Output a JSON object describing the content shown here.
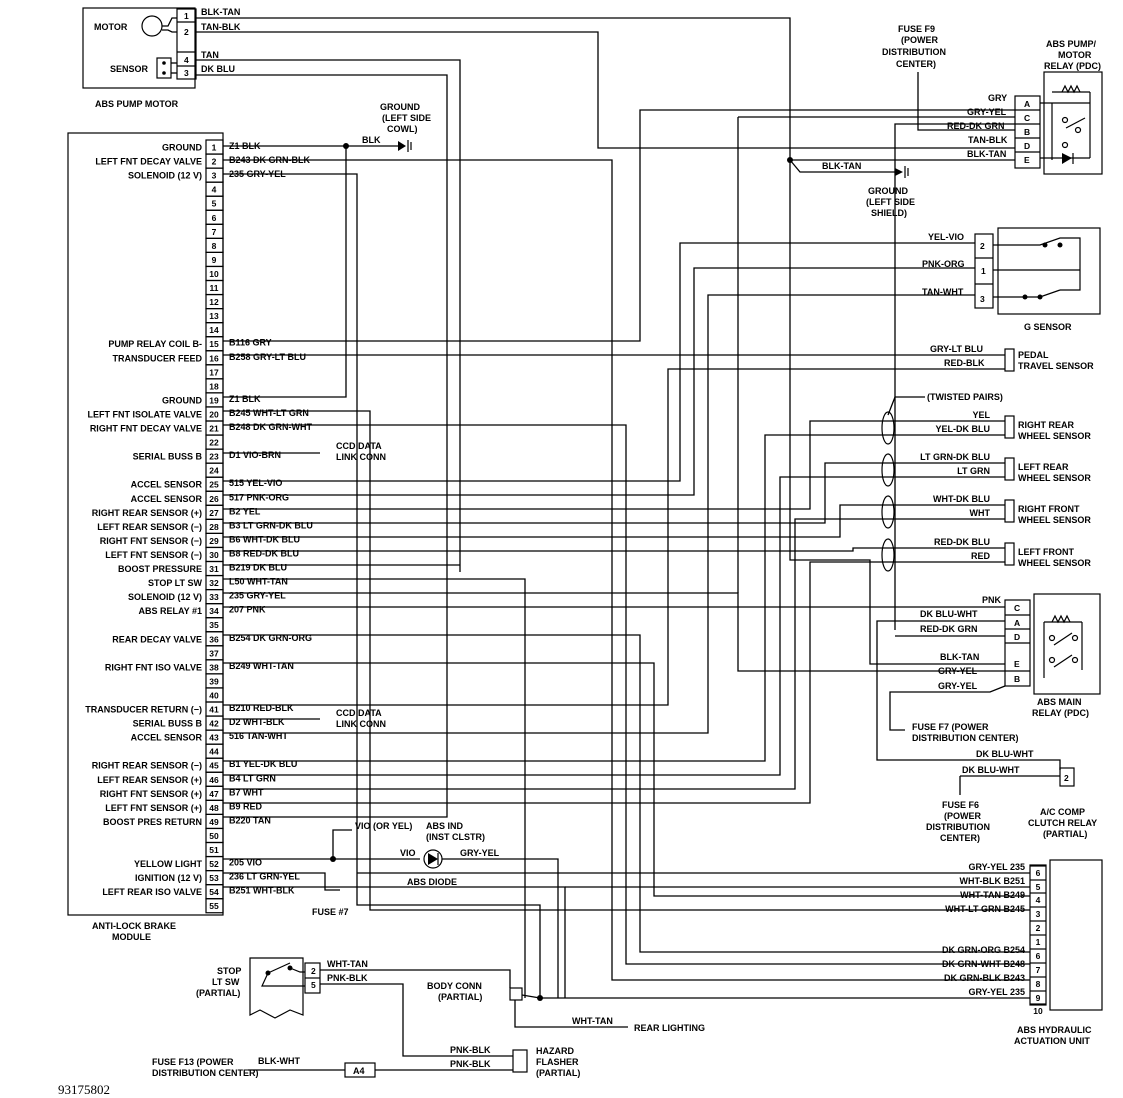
{
  "diagram_id": "93175802",
  "abs_pump_motor": {
    "title": "ABS PUMP MOTOR",
    "motor_label": "MOTOR",
    "sensor_label": "SENSOR",
    "pins": [
      "1",
      "2",
      "4",
      "3"
    ],
    "wires": [
      "BLK-TAN",
      "TAN-BLK",
      "TAN",
      "DK BLU"
    ]
  },
  "ground_cowl": {
    "title": "GROUND",
    "sub": "(LEFT SIDE",
    "sub2": "COWL)",
    "wire": "BLK"
  },
  "ground_shield": {
    "title": "GROUND",
    "sub": "(LEFT SIDE",
    "sub2": "SHIELD)",
    "wire": "BLK-TAN"
  },
  "fuse_f9": {
    "l1": "FUSE F9",
    "l2": "(POWER",
    "l3": "DISTRIBUTION",
    "l4": "CENTER)"
  },
  "pump_relay": {
    "l1": "ABS PUMP/",
    "l2": "MOTOR",
    "l3": "RELAY (PDC)",
    "pins": [
      "A",
      "C",
      "B",
      "D",
      "E"
    ],
    "wires": [
      "GRY",
      "GRY-YEL",
      "RED-DK GRN",
      "TAN-BLK",
      "BLK-TAN"
    ]
  },
  "module": {
    "title1": "ANTI-LOCK BRAKE",
    "title2": "MODULE",
    "pins": [
      {
        "n": "1",
        "label": "GROUND",
        "wire": "Z1 BLK"
      },
      {
        "n": "2",
        "label": "LEFT FNT DECAY VALVE",
        "wire": "B243 DK GRN-BLK"
      },
      {
        "n": "3",
        "label": "SOLENOID (12 V)",
        "wire": "235 GRY-YEL"
      },
      {
        "n": "4",
        "label": "",
        "wire": ""
      },
      {
        "n": "5",
        "label": "",
        "wire": ""
      },
      {
        "n": "6",
        "label": "",
        "wire": ""
      },
      {
        "n": "7",
        "label": "",
        "wire": ""
      },
      {
        "n": "8",
        "label": "",
        "wire": ""
      },
      {
        "n": "9",
        "label": "",
        "wire": ""
      },
      {
        "n": "10",
        "label": "",
        "wire": ""
      },
      {
        "n": "11",
        "label": "",
        "wire": ""
      },
      {
        "n": "12",
        "label": "",
        "wire": ""
      },
      {
        "n": "13",
        "label": "",
        "wire": ""
      },
      {
        "n": "14",
        "label": "",
        "wire": ""
      },
      {
        "n": "15",
        "label": "PUMP RELAY COIL B-",
        "wire": "B116 GRY"
      },
      {
        "n": "16",
        "label": "TRANSDUCER FEED",
        "wire": "B258 GRY-LT BLU"
      },
      {
        "n": "17",
        "label": "",
        "wire": ""
      },
      {
        "n": "18",
        "label": "",
        "wire": ""
      },
      {
        "n": "19",
        "label": "GROUND",
        "wire": "Z1 BLK"
      },
      {
        "n": "20",
        "label": "LEFT FNT ISOLATE VALVE",
        "wire": "B245 WHT-LT GRN"
      },
      {
        "n": "21",
        "label": "RIGHT FNT DECAY VALVE",
        "wire": "B248 DK GRN-WHT"
      },
      {
        "n": "22",
        "label": "",
        "wire": ""
      },
      {
        "n": "23",
        "label": "SERIAL BUSS B",
        "wire": "D1 VIO-BRN"
      },
      {
        "n": "24",
        "label": "",
        "wire": ""
      },
      {
        "n": "25",
        "label": "ACCEL SENSOR",
        "wire": "515 YEL-VIO"
      },
      {
        "n": "26",
        "label": "ACCEL SENSOR",
        "wire": "517 PNK-ORG"
      },
      {
        "n": "27",
        "label": "RIGHT REAR SENSOR (+)",
        "wire": "B2 YEL"
      },
      {
        "n": "28",
        "label": "LEFT REAR SENSOR (−)",
        "wire": "B3 LT GRN-DK BLU"
      },
      {
        "n": "29",
        "label": "RIGHT FNT SENSOR (−)",
        "wire": "B6 WHT-DK BLU"
      },
      {
        "n": "30",
        "label": "LEFT FNT SENSOR (−)",
        "wire": "B8 RED-DK BLU"
      },
      {
        "n": "31",
        "label": "BOOST PRESSURE",
        "wire": "B219 DK BLU"
      },
      {
        "n": "32",
        "label": "STOP LT SW",
        "wire": "L50 WHT-TAN"
      },
      {
        "n": "33",
        "label": "SOLENOID (12 V)",
        "wire": "235 GRY-YEL"
      },
      {
        "n": "34",
        "label": "ABS RELAY #1",
        "wire": "207 PNK"
      },
      {
        "n": "35",
        "label": "",
        "wire": ""
      },
      {
        "n": "36",
        "label": "REAR DECAY VALVE",
        "wire": "B254 DK GRN-ORG"
      },
      {
        "n": "37",
        "label": "",
        "wire": ""
      },
      {
        "n": "38",
        "label": "RIGHT FNT ISO VALVE",
        "wire": "B249 WHT-TAN"
      },
      {
        "n": "39",
        "label": "",
        "wire": ""
      },
      {
        "n": "40",
        "label": "",
        "wire": ""
      },
      {
        "n": "41",
        "label": "TRANSDUCER RETURN (−)",
        "wire": "B210 RED-BLK"
      },
      {
        "n": "42",
        "label": "SERIAL BUSS B",
        "wire": "D2 WHT-BLK"
      },
      {
        "n": "43",
        "label": "ACCEL SENSOR",
        "wire": "516 TAN-WHT"
      },
      {
        "n": "44",
        "label": "",
        "wire": ""
      },
      {
        "n": "45",
        "label": "RIGHT REAR SENSOR (−)",
        "wire": "B1 YEL-DK BLU"
      },
      {
        "n": "46",
        "label": "LEFT REAR SENSOR (+)",
        "wire": "B4 LT GRN"
      },
      {
        "n": "47",
        "label": "RIGHT FNT SENSOR (+)",
        "wire": "B7 WHT"
      },
      {
        "n": "48",
        "label": "LEFT FNT SENSOR (+)",
        "wire": "B9 RED"
      },
      {
        "n": "49",
        "label": "BOOST PRES RETURN",
        "wire": "B220 TAN"
      },
      {
        "n": "50",
        "label": "",
        "wire": ""
      },
      {
        "n": "51",
        "label": "",
        "wire": ""
      },
      {
        "n": "52",
        "label": "YELLOW LIGHT",
        "wire": "205 VIO"
      },
      {
        "n": "53",
        "label": "IGNITION (12 V)",
        "wire": "236 LT GRN-YEL"
      },
      {
        "n": "54",
        "label": "LEFT REAR ISO VALVE",
        "wire": "B251 WHT-BLK"
      },
      {
        "n": "55",
        "label": "",
        "wire": ""
      }
    ]
  },
  "ccd_link": {
    "l1": "CCD DATA",
    "l2": "LINK CONN"
  },
  "g_sensor": {
    "title": "G SENSOR",
    "pins": [
      "2",
      "1",
      "3"
    ],
    "wires": [
      "YEL-VIO",
      "PNK-ORG",
      "TAN-WHT"
    ]
  },
  "pedal_sensor": {
    "l1": "PEDAL",
    "l2": "TRAVEL SENSOR",
    "wires": [
      "GRY-LT BLU",
      "RED-BLK"
    ]
  },
  "twisted_pairs": "(TWISTED PAIRS)",
  "wheel_sensors": [
    {
      "l1": "RIGHT REAR",
      "l2": "WHEEL SENSOR",
      "w1": "YEL",
      "w2": "YEL-DK BLU"
    },
    {
      "l1": "LEFT REAR",
      "l2": "WHEEL SENSOR",
      "w1": "LT GRN-DK BLU",
      "w2": "LT GRN"
    },
    {
      "l1": "RIGHT FRONT",
      "l2": "WHEEL SENSOR",
      "w1": "WHT-DK BLU",
      "w2": "WHT"
    },
    {
      "l1": "LEFT FRONT",
      "l2": "WHEEL SENSOR",
      "w1": "RED-DK BLU",
      "w2": "RED"
    }
  ],
  "main_relay": {
    "l1": "ABS MAIN",
    "l2": "RELAY (PDC)",
    "pins": [
      "C",
      "A",
      "D",
      "E",
      "B"
    ],
    "wires": [
      "PNK",
      "DK BLU-WHT",
      "RED-DK GRN",
      "BLK-TAN",
      "GRY-YEL",
      "GRY-YEL"
    ]
  },
  "fuse_f7": {
    "l1": "FUSE F7 (POWER",
    "l2": "DISTRIBUTION CENTER)"
  },
  "fuse_f6": {
    "l1": "FUSE F6",
    "l2": "(POWER",
    "l3": "DISTRIBUTION",
    "l4": "CENTER)"
  },
  "ac_relay": {
    "l1": "A/C COMP",
    "l2": "CLUTCH RELAY",
    "l3": "(PARTIAL)",
    "pin": "2",
    "wires": [
      "DK BLU-WHT",
      "DK BLU-WHT"
    ]
  },
  "abs_ind": {
    "l1": "ABS IND",
    "l2": "(INST CLSTR)",
    "wire": "VIO (OR YEL)"
  },
  "abs_diode": {
    "label": "ABS DIODE",
    "w1": "VIO",
    "w2": "GRY-YEL"
  },
  "fuse_7": "FUSE #7",
  "hcu": {
    "l1": "ABS HYDRAULIC",
    "l2": "ACTUATION UNIT",
    "pins": [
      "6",
      "5",
      "4",
      "3",
      "2",
      "1",
      "6",
      "7",
      "8",
      "9",
      "10"
    ],
    "wires": [
      "GRY-YEL 235",
      "WHT-BLK B251",
      "WHT-TAN B249",
      "WHT-LT GRN B245",
      "DK GRN-ORG B254",
      "DK GRN-WHT B248",
      "DK GRN-BLK B243",
      "GRY-YEL 235"
    ]
  },
  "stop_sw": {
    "l1": "STOP",
    "l2": "LT SW",
    "l3": "(PARTIAL)",
    "pins": [
      "2",
      "5"
    ],
    "wires": [
      "WHT-TAN",
      "PNK-BLK"
    ]
  },
  "body_conn": {
    "l1": "BODY CONN",
    "l2": "(PARTIAL)"
  },
  "rear_lighting": {
    "label": "REAR LIGHTING",
    "wire": "WHT-TAN"
  },
  "hazard": {
    "l1": "HAZARD",
    "l2": "FLASHER",
    "l3": "(PARTIAL)",
    "wires": [
      "PNK-BLK",
      "PNK-BLK"
    ]
  },
  "fuse_f13": {
    "l1": "FUSE F13 (POWER",
    "l2": "DISTRIBUTION CENTER)",
    "wire": "BLK-WHT",
    "conn": "A4"
  }
}
